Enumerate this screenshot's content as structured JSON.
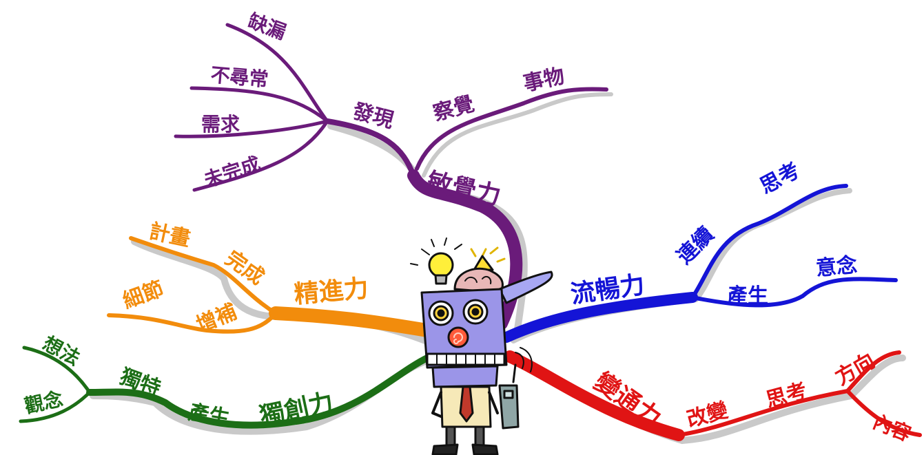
{
  "diagram": {
    "colors": {
      "purple": "#6a1b7a",
      "orange": "#f28c0c",
      "blue": "#1414d6",
      "red": "#e01414",
      "green": "#1c6e16",
      "robot_face": "#9b95e8",
      "shadow": "#c7c7c7"
    },
    "branches": {
      "sensitivity": {
        "main": "敏覺力",
        "sub1": "發現",
        "sub2": "察覺",
        "sub3": "事物",
        "leaves": [
          "缺漏",
          "不尋常",
          "需求",
          "未完成"
        ]
      },
      "elaboration": {
        "main": "精進力",
        "sub1": "計畫",
        "sub2": "完成",
        "sub3": "細節",
        "sub4": "增補"
      },
      "originality": {
        "main": "獨創力",
        "sub1": "產生",
        "sub2": "獨特",
        "leaf1": "想法",
        "leaf2": "觀念"
      },
      "fluency": {
        "main": "流暢力",
        "sub1": "連續",
        "sub2": "思考",
        "sub3": "產生",
        "sub4": "意念"
      },
      "flexibility": {
        "main": "變通力",
        "sub1": "改變",
        "sub2": "思考",
        "sub3": "方向",
        "sub4": "內容"
      }
    }
  }
}
